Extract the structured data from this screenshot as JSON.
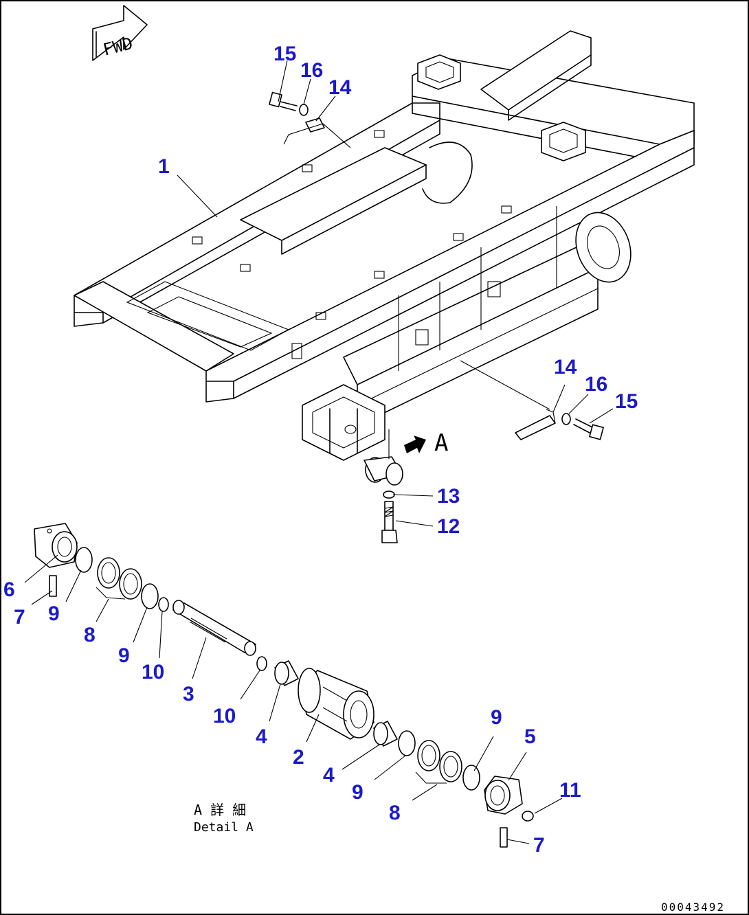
{
  "drawing": {
    "fwd_label": "FWD",
    "view_mark": "A",
    "detail_jp": "A 詳 細",
    "detail_en": "Detail A",
    "drawing_number": "00043492"
  },
  "callouts": [
    "1",
    "15",
    "16",
    "14",
    "14",
    "16",
    "15",
    "13",
    "12",
    "6",
    "7",
    "9",
    "8",
    "9",
    "10",
    "3",
    "10",
    "4",
    "2",
    "4",
    "9",
    "8",
    "9",
    "5",
    "11",
    "7"
  ]
}
